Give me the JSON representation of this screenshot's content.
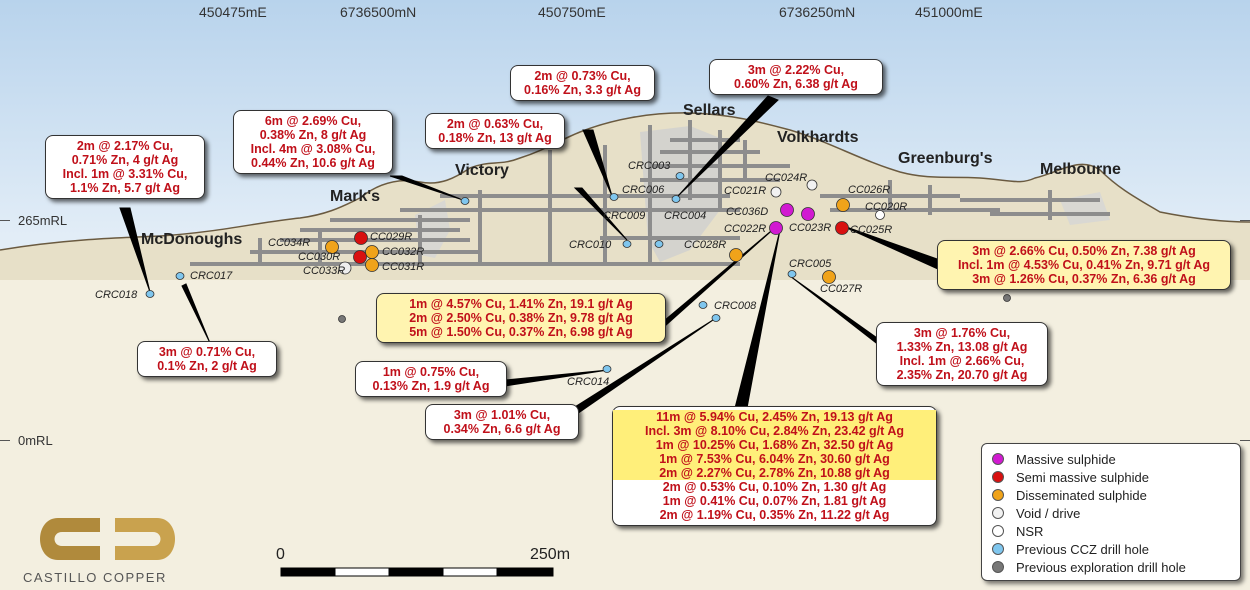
{
  "coordinates": {
    "easting": [
      "450475mE",
      "450750mE",
      "451000mE"
    ],
    "northing": [
      "6736500mN",
      "6736250mN"
    ],
    "rl": [
      "265mRL",
      "0mRL"
    ]
  },
  "areas": {
    "mcdonoughs": "McDonoughs",
    "marks": "Mark's",
    "victory": "Victory",
    "sellars": "Sellars",
    "volkhardts": "Volkhardts",
    "greenburgs": "Greenburg's",
    "melbourne": "Melbourne"
  },
  "drill_holes": {
    "crc018": "CRC018",
    "crc017": "CRC017",
    "cc034r": "CC034R",
    "cc029r": "CC029R",
    "cc030r": "CC030R",
    "cc032r": "CC032R",
    "cc033r": "CC033R",
    "cc031r": "CC031R",
    "crc003": "CRC003",
    "crc006": "CRC006",
    "crc009": "CRC009",
    "crc004": "CRC004",
    "crc010": "CRC010",
    "cc028r": "CC028R",
    "cc021r": "CC021R",
    "cc024r": "CC024R",
    "cc036d": "CC036D",
    "cc022r": "CC022R",
    "cc023r": "CC023R",
    "cc026r": "CC026R",
    "cc020r": "CC020R",
    "cc025r": "CC025R",
    "crc005": "CRC005",
    "cc027r": "CC027R",
    "crc008": "CRC008",
    "crc014": "CRC014"
  },
  "callouts": {
    "c1": [
      "2m @ 2.17% Cu,",
      "0.71% Zn, 4 g/t Ag",
      "Incl. 1m @ 3.31% Cu,",
      "1.1% Zn, 5.7 g/t Ag"
    ],
    "c2": [
      "6m @ 2.69% Cu,",
      "0.38% Zn, 8 g/t Ag",
      "Incl. 4m @ 3.08% Cu,",
      "0.44% Zn, 10.6 g/t Ag"
    ],
    "c3": [
      "2m @ 0.63% Cu,",
      "0.18% Zn, 13 g/t Ag"
    ],
    "c4": [
      "2m @ 0.73% Cu,",
      "0.16% Zn, 3.3 g/t Ag"
    ],
    "c5": [
      "3m @ 2.22% Cu,",
      "0.60% Zn, 6.38 g/t Ag"
    ],
    "c6": [
      "3m @ 2.66% Cu, 0.50% Zn, 7.38 g/t Ag",
      "Incl. 1m @ 4.53% Cu, 0.41% Zn, 9.71 g/t Ag",
      "3m @ 1.26% Cu, 0.37% Zn, 6.36 g/t Ag"
    ],
    "c7": [
      "1m @ 4.57% Cu, 1.41% Zn, 19.1 g/t Ag",
      "2m @ 2.50% Cu, 0.38% Zn, 9.78 g/t Ag",
      "5m @ 1.50% Cu, 0.37% Zn, 6.98 g/t Ag"
    ],
    "c8": [
      "3m @ 0.71% Cu,",
      "0.1% Zn, 2 g/t Ag"
    ],
    "c9": [
      "1m @ 0.75% Cu,",
      "0.13% Zn, 1.9 g/t Ag"
    ],
    "c10": [
      "3m @ 1.01% Cu,",
      "0.34% Zn, 6.6 g/t Ag"
    ],
    "c11": [
      "3m @ 1.76% Cu,",
      "1.33% Zn, 13.08 g/t Ag",
      "Incl. 1m @ 2.66% Cu,",
      "2.35% Zn, 20.70 g/t Ag"
    ],
    "c12": [
      "11m @ 5.94% Cu, 2.45% Zn, 19.13 g/t Ag",
      "Incl. 3m @ 8.10% Cu, 2.84% Zn, 23.42 g/t Ag",
      "1m @ 10.25% Cu, 1.68% Zn, 32.50 g/t Ag",
      "1m @ 7.53% Cu, 6.04% Zn, 30.60 g/t Ag",
      "2m @ 2.27% Cu, 2.78% Zn, 10.88 g/t Ag",
      "2m @ 0.53% Cu, 0.10% Zn, 1.30 g/t Ag",
      "1m @ 0.41% Cu, 0.07% Zn, 1.81 g/t Ag",
      "2m @ 1.19% Cu, 0.35% Zn, 11.22 g/t Ag"
    ]
  },
  "legend": [
    {
      "label": "Massive sulphide",
      "color": "#d11ad1"
    },
    {
      "label": "Semi massive sulphide",
      "color": "#d81010"
    },
    {
      "label": "Disseminated sulphide",
      "color": "#f0a31a"
    },
    {
      "label": "Void / drive",
      "color": "#f2f2f2"
    },
    {
      "label": "NSR",
      "color": "#ffffff"
    },
    {
      "label": "Previous CCZ drill hole",
      "color": "#7fc6ee"
    },
    {
      "label": "Previous exploration drill hole",
      "color": "#777777"
    }
  ],
  "scale_bar": {
    "start": "0",
    "end": "250m"
  },
  "logo": {
    "text": "CASTILLO COPPER"
  },
  "colors": {
    "ground": "#efe8d4",
    "sky": "#e8f1fa",
    "drive": "#8d8d8d",
    "callout_text": "#c0101a"
  }
}
